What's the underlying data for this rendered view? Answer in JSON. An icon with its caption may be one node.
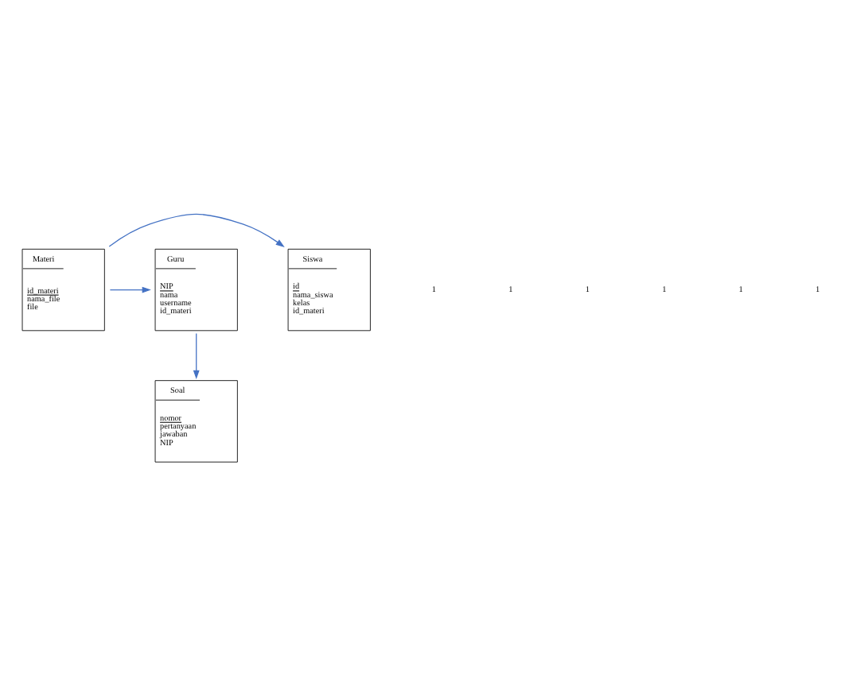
{
  "diagram": {
    "nodes": [
      {
        "text": [
          "Siswa",
          "id",
          "nama_siswa",
          "kelas",
          "id_materi"
        ]
      },
      {
        "text": [
          "Materi",
          "id_materi",
          "nama_file",
          "file"
        ]
      },
      {
        "text": [
          "Guru",
          "NIP",
          "nama",
          "username",
          "id_materi"
        ]
      },
      {
        "text": [
          "Soal",
          "nomor",
          "pertanyaan",
          "jawaban",
          "NIP"
        ]
      }
    ],
    "edges": [
      {
        "from": 1,
        "to": 0,
        "arrow": "to"
      },
      {
        "from": 1,
        "to": 2,
        "arrow": "to"
      },
      {
        "from": 2,
        "to": 3,
        "arrow": "to"
      }
    ],
    "labels": [
      "1",
      "1",
      "1",
      "1",
      "1",
      "1"
    ]
  }
}
